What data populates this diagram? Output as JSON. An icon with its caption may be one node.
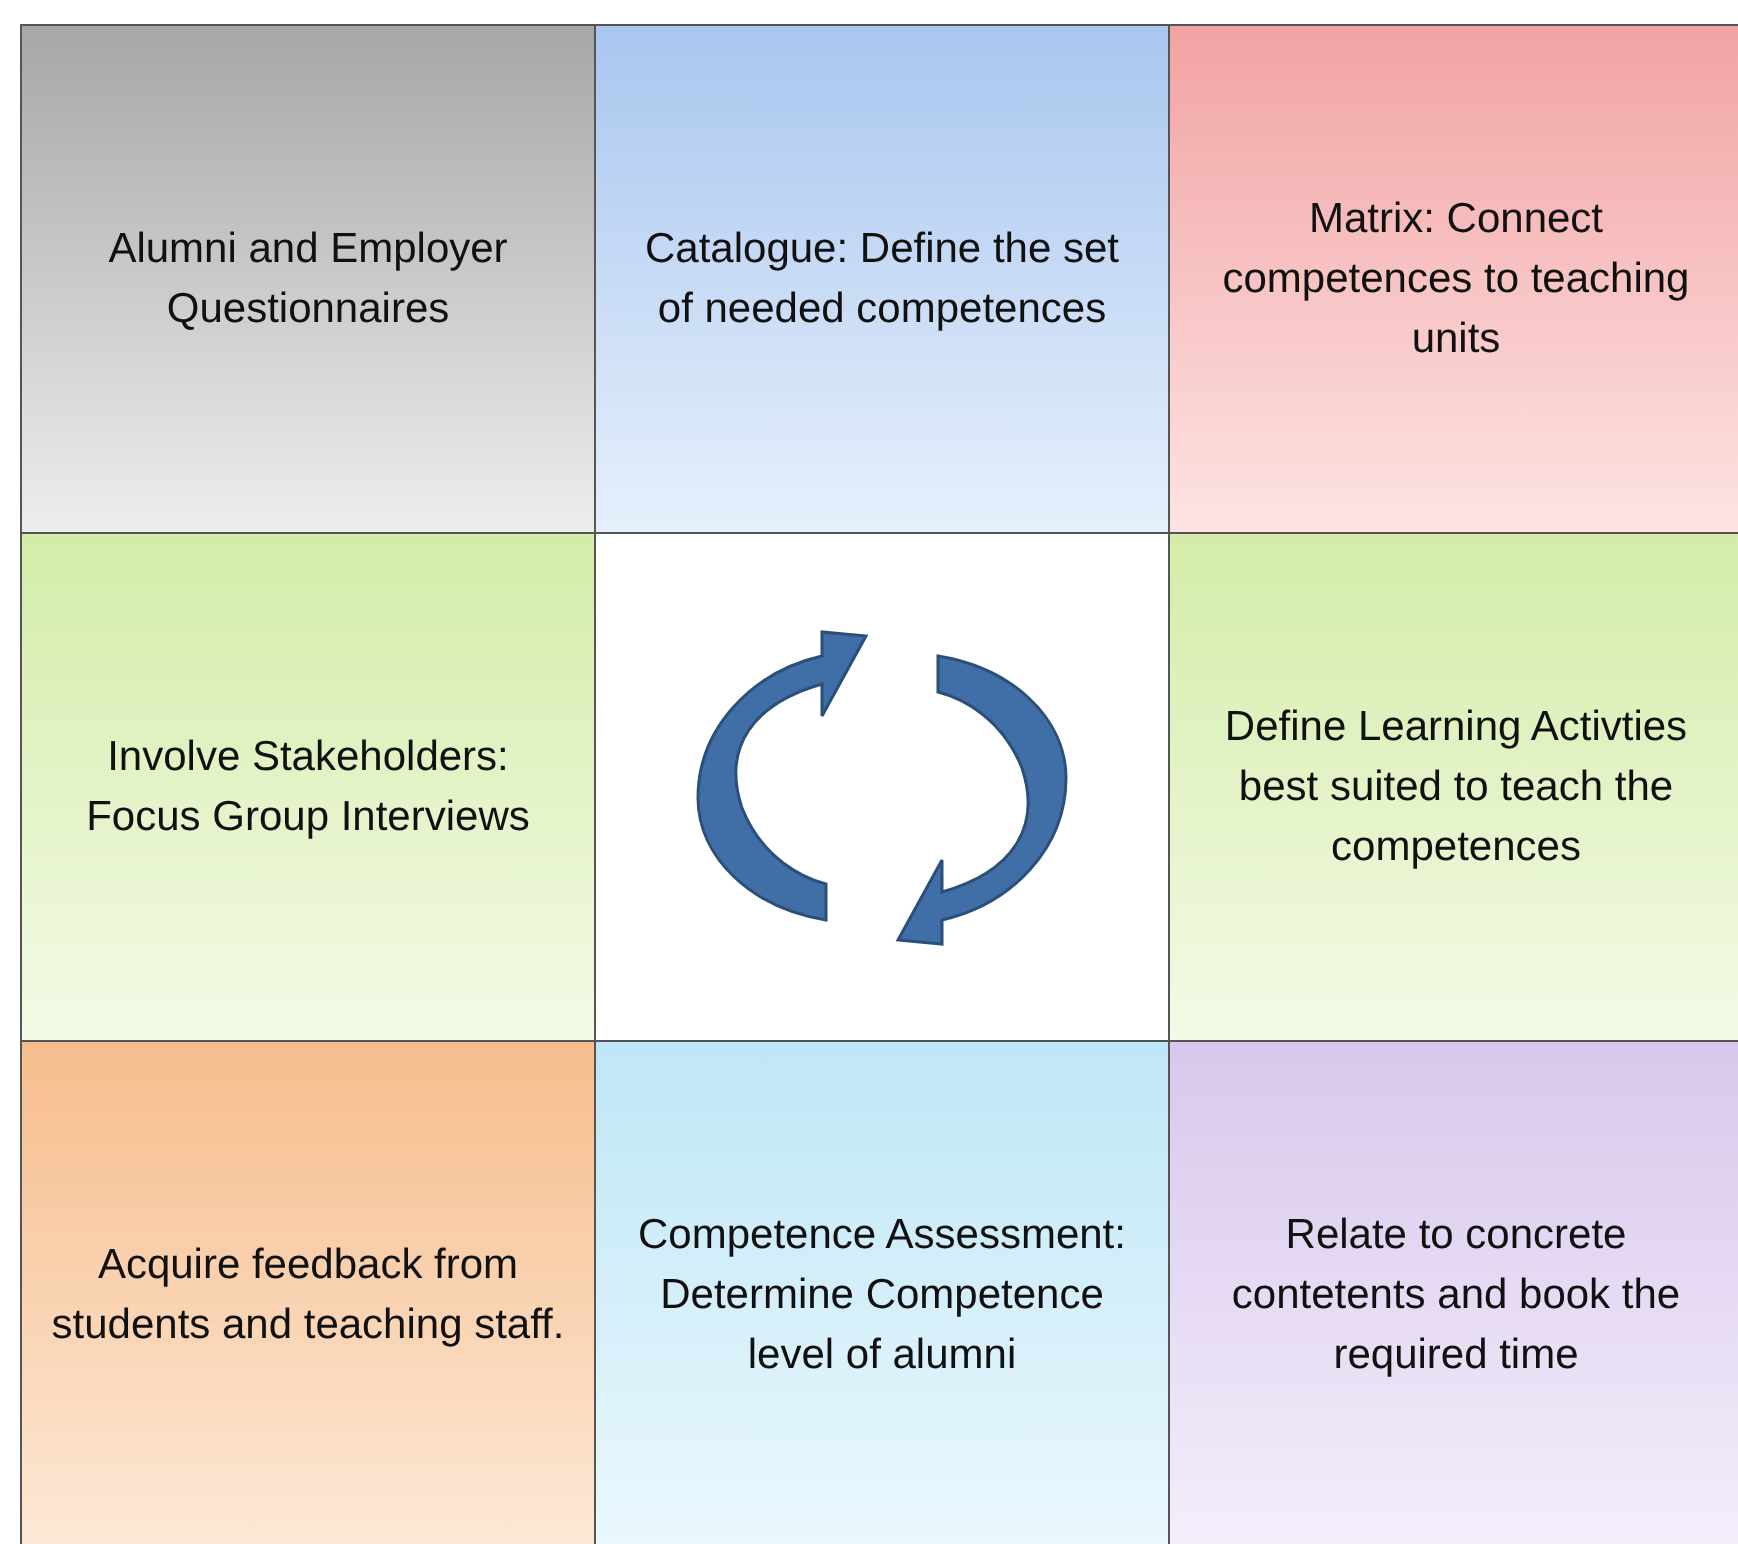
{
  "diagram": {
    "nodes": [
      {
        "text": [
          "Alumni and Employer Questionnaires"
        ]
      },
      {
        "text": [
          "Catalogue: Define the set of needed competences"
        ]
      },
      {
        "text": [
          "Matrix: Connect competences to teaching units"
        ]
      },
      {
        "text": [
          "Involve Stakeholders: Focus Group Interviews"
        ]
      },
      {
        "text": [],
        "shape": "picture"
      },
      {
        "text": [
          "Define Learning Activties best suited to teach the competences"
        ]
      },
      {
        "text": [
          "Acquire feedback from students and teaching staff."
        ]
      },
      {
        "text": [
          "Competence Assessment: Determine Competence level of alumni"
        ]
      },
      {
        "text": [
          "Relate to concrete contetents and book the required time"
        ]
      }
    ]
  }
}
